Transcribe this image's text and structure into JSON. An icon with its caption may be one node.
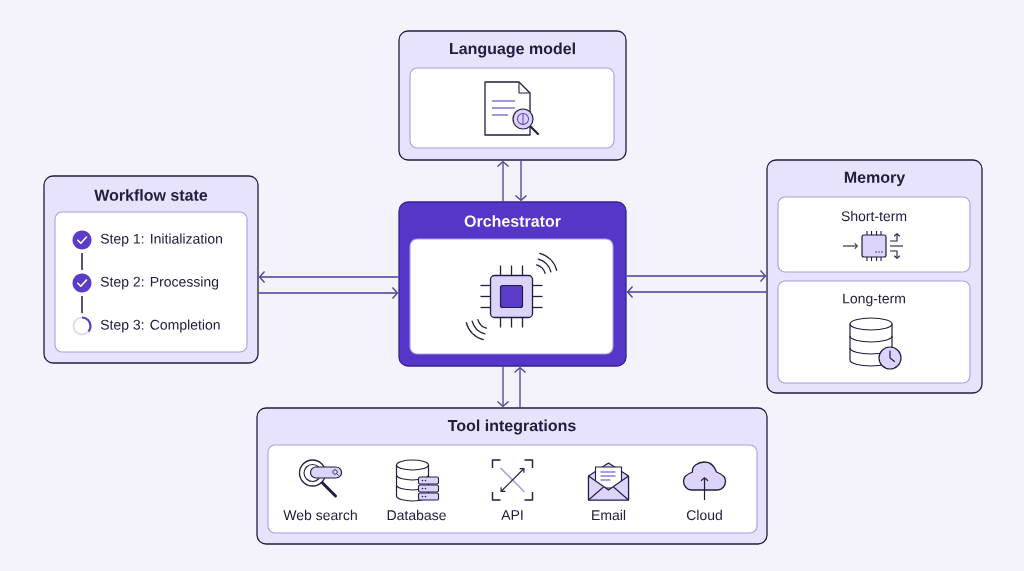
{
  "diagram": {
    "nodes": [
      {
        "text": [
          "Language model"
        ]
      },
      {
        "text": [],
        "shape": "box",
        "in": 0
      },
      {
        "text": [
          "Workflow state"
        ]
      },
      {
        "text": [
          "Step 1: Initialization",
          "Step 2: Processing",
          "Step 3: Completion"
        ],
        "in": 2
      },
      {
        "text": [
          "Orchestrator"
        ]
      },
      {
        "text": [],
        "shape": "box",
        "in": 4
      },
      {
        "text": [
          "Memory"
        ]
      },
      {
        "text": [
          "Short-term"
        ],
        "in": 6
      },
      {
        "text": [
          "Long-term"
        ],
        "in": 6
      },
      {
        "text": [
          "Tool integrations"
        ]
      },
      {
        "text": [
          "Web search",
          "Database",
          "API",
          "Email",
          "Cloud"
        ],
        "in": 9
      }
    ],
    "edges": [
      {
        "from": 4,
        "to": 0,
        "arrow": "to"
      },
      {
        "from": 0,
        "to": 4,
        "arrow": "to"
      },
      {
        "from": 4,
        "to": 2,
        "arrow": "to"
      },
      {
        "from": 2,
        "to": 4,
        "arrow": "to"
      },
      {
        "from": 4,
        "to": 6,
        "arrow": "to"
      },
      {
        "from": 6,
        "to": 4,
        "arrow": "to"
      },
      {
        "from": 4,
        "to": 9,
        "arrow": "to"
      },
      {
        "from": 9,
        "to": 4,
        "arrow": "to"
      }
    ]
  }
}
